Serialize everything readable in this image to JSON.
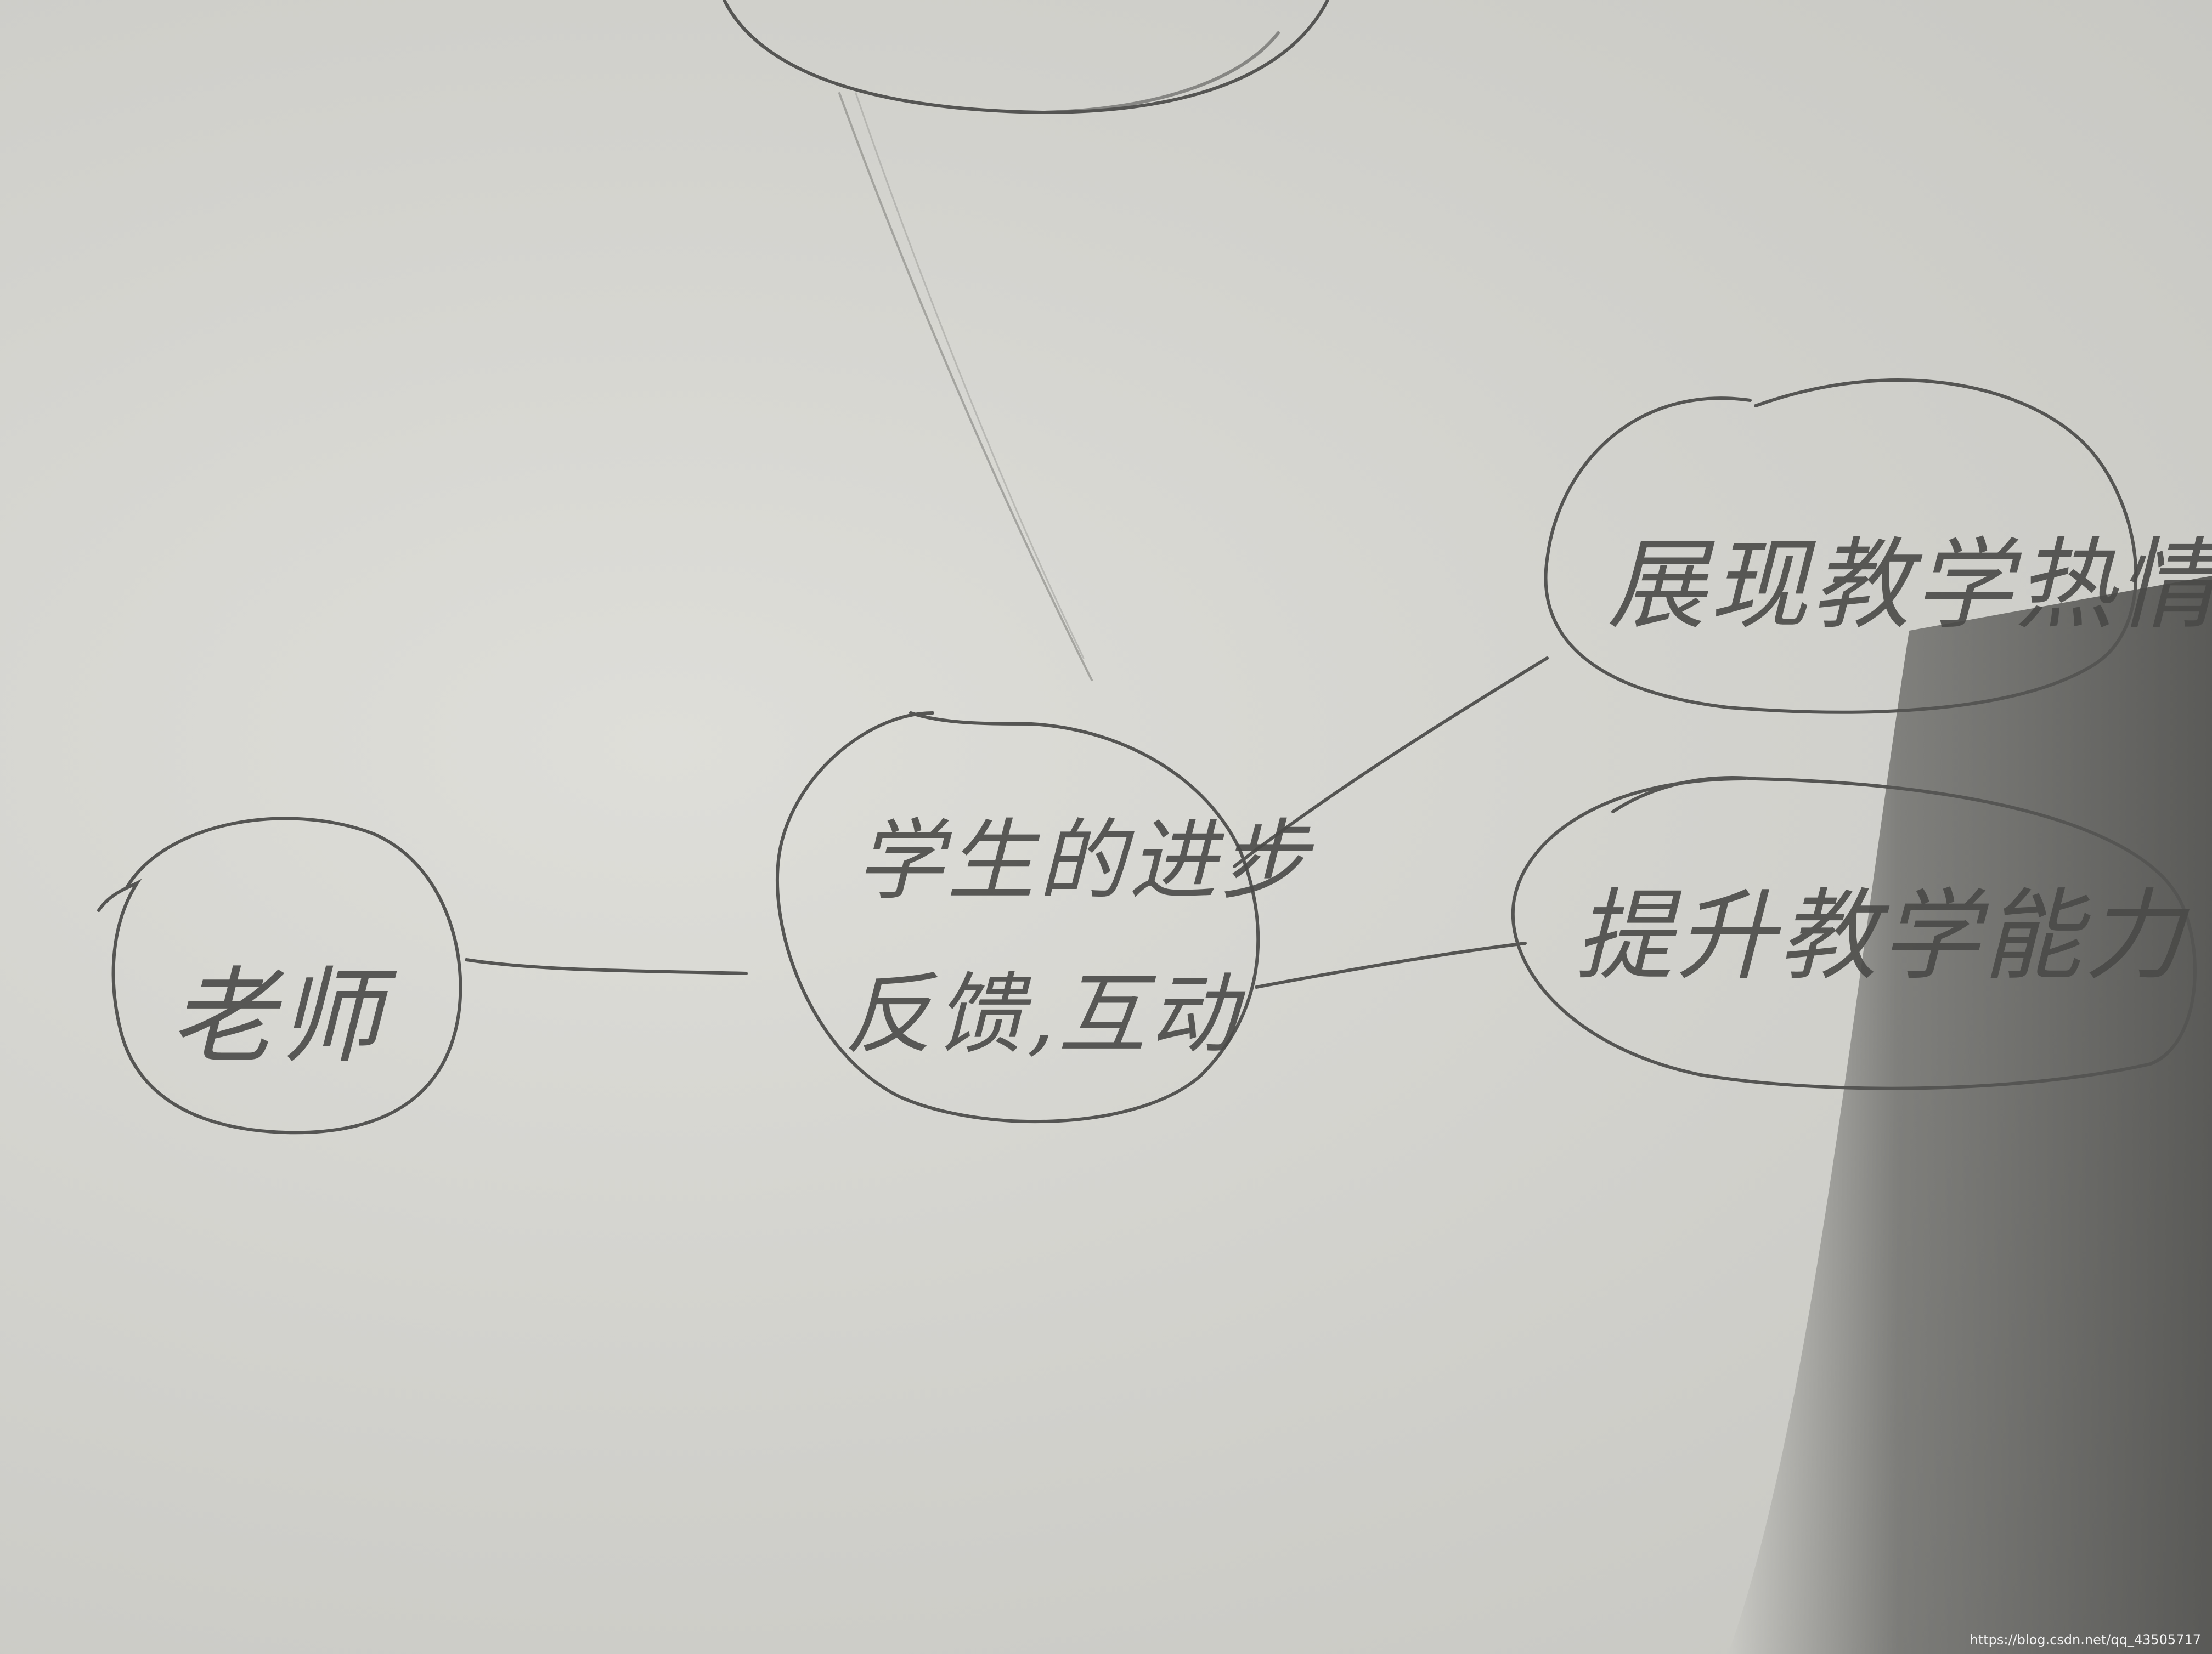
{
  "nodes": {
    "teacher": "老师",
    "center_line1": "学生的进步",
    "center_line2": "反馈,互动",
    "upper_right": "展现教学热情,",
    "lower_right": "提升教学能力"
  },
  "watermark": "https://blog.csdn.net/qq_43505717",
  "colors": {
    "paper": "#d6d6d1",
    "pencil": "#4a4a48",
    "shadow": "#5a5a58"
  }
}
